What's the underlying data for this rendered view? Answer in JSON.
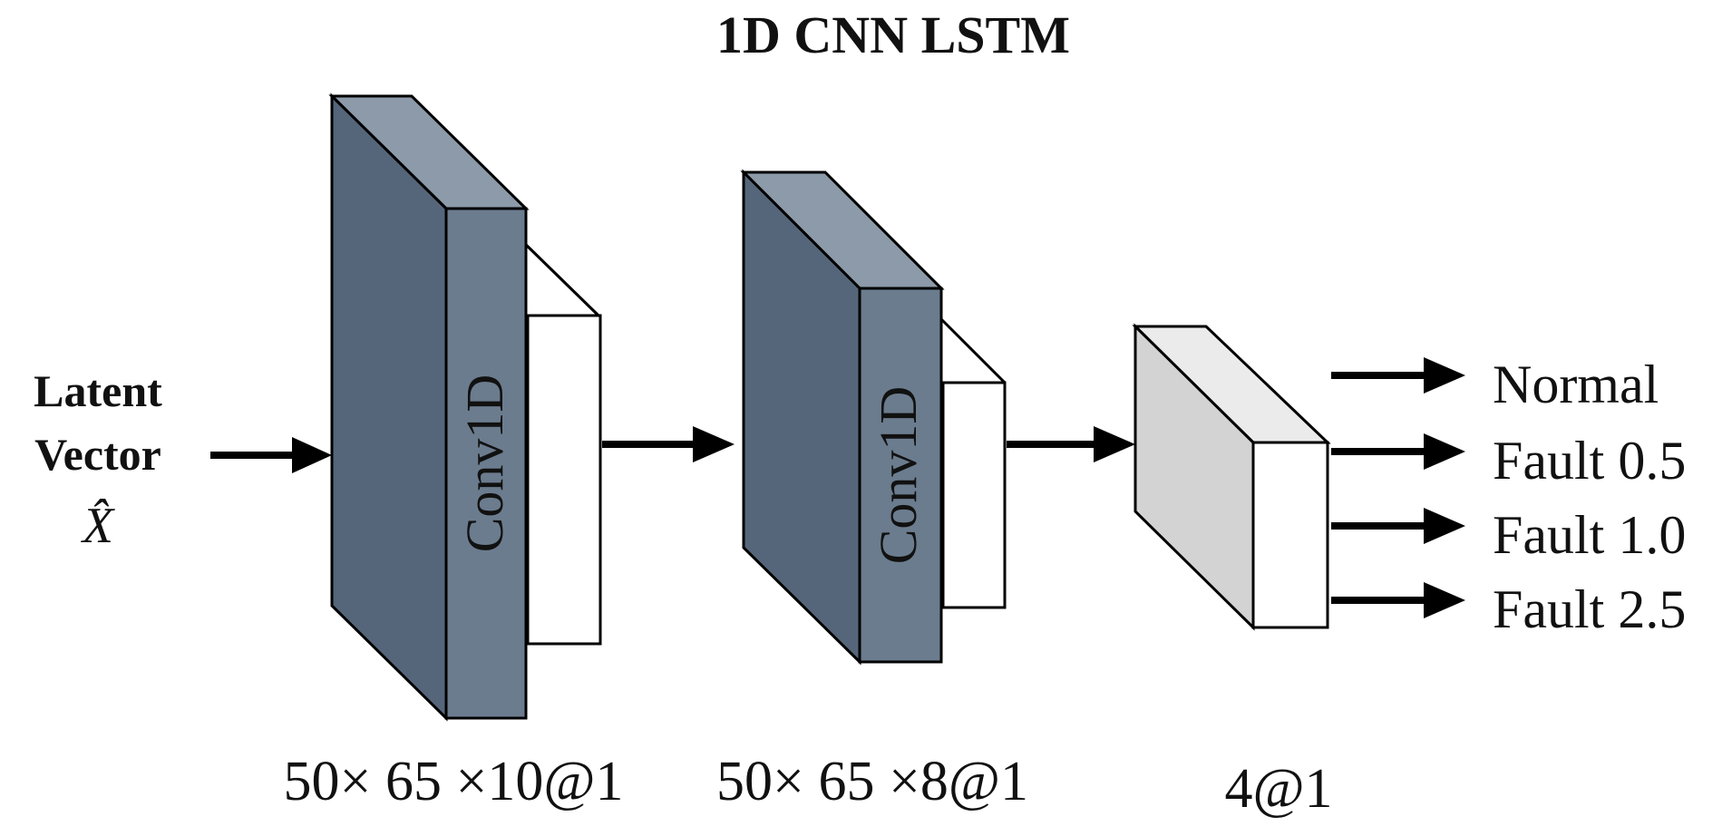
{
  "title": "1D CNN LSTM",
  "input": {
    "line1": "Latent",
    "line2": "Vector",
    "symbol": "X̂"
  },
  "layers": [
    {
      "label": "Conv1D",
      "dimension": "50× 65 ×10@1"
    },
    {
      "label": "Conv1D",
      "dimension": "50× 65 ×8@1"
    },
    {
      "label": "",
      "dimension": "4@1"
    }
  ],
  "outputs": [
    "Normal",
    "Fault 0.5",
    "Fault 1.0",
    "Fault 2.5"
  ],
  "colors": {
    "conv_front": "#6b7c8e",
    "conv_side": "#56667a",
    "conv_top": "#8c9aa9",
    "dense_side": "#d3d3d3",
    "arrow": "#000000"
  }
}
